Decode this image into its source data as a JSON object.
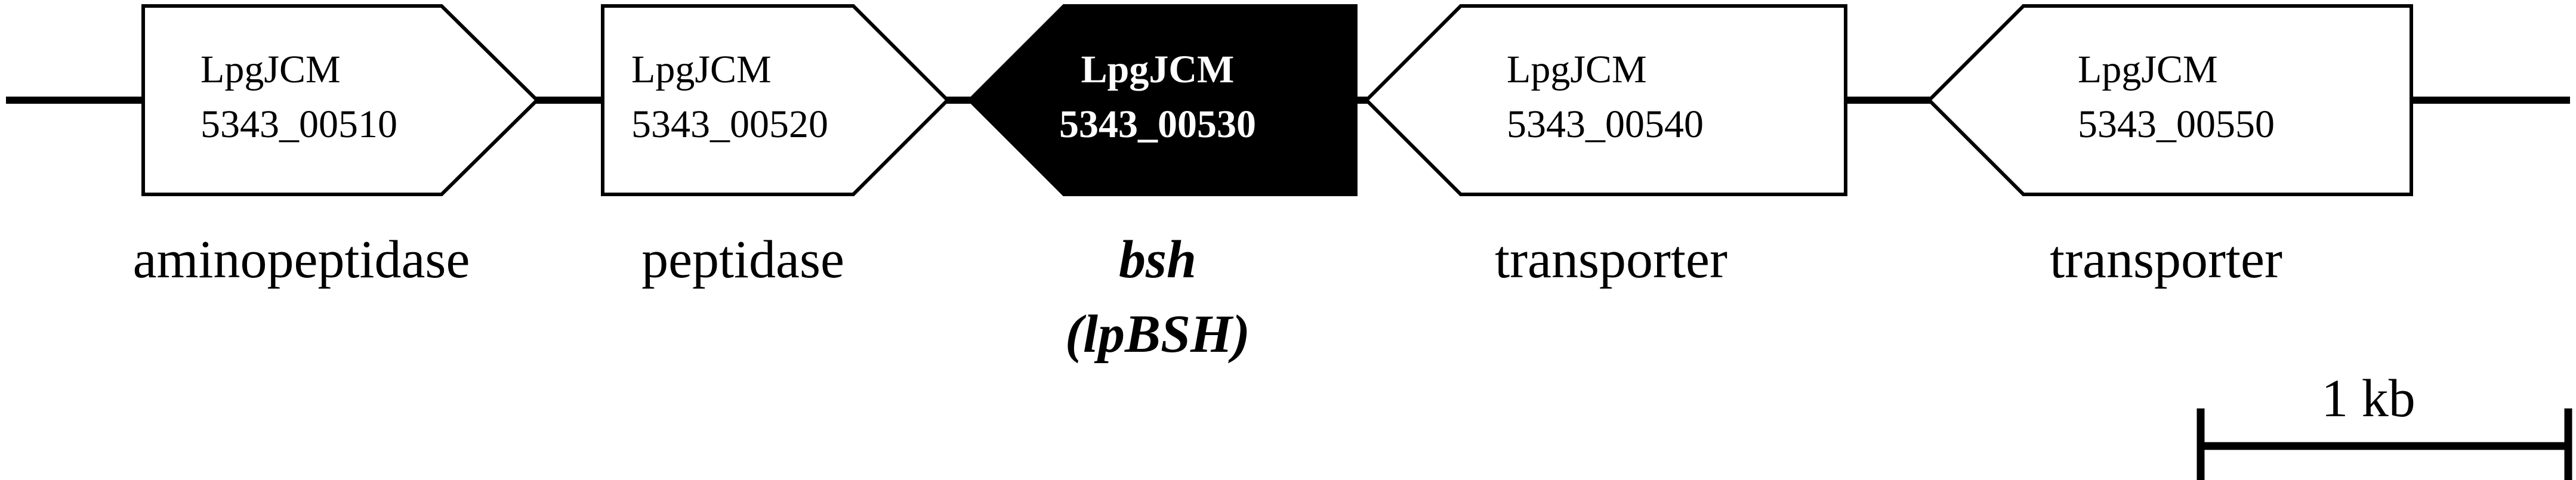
{
  "genes": [
    {
      "id": "00510",
      "locus_line1": "LpgJCM",
      "locus_line2": "5343_00510",
      "function": "aminopeptidase",
      "function_line2": "",
      "direction": "right",
      "highlighted": false
    },
    {
      "id": "00520",
      "locus_line1": "LpgJCM",
      "locus_line2": "5343_00520",
      "function": "peptidase",
      "function_line2": "",
      "direction": "right",
      "highlighted": false
    },
    {
      "id": "00530",
      "locus_line1": "LpgJCM",
      "locus_line2": "5343_00530",
      "function": "bsh",
      "function_line2": "(lpBSH)",
      "direction": "left",
      "highlighted": true
    },
    {
      "id": "00540",
      "locus_line1": "LpgJCM",
      "locus_line2": "5343_00540",
      "function": "transporter",
      "function_line2": "",
      "direction": "left",
      "highlighted": false
    },
    {
      "id": "00550",
      "locus_line1": "LpgJCM",
      "locus_line2": "5343_00550",
      "function": "transporter",
      "function_line2": "",
      "direction": "left",
      "highlighted": false
    }
  ],
  "scale_bar": {
    "label": "1 kb"
  },
  "colors": {
    "stroke": "#000000",
    "fill_default": "#ffffff",
    "fill_highlight": "#000000",
    "text_default": "#000000",
    "text_highlight": "#ffffff"
  }
}
